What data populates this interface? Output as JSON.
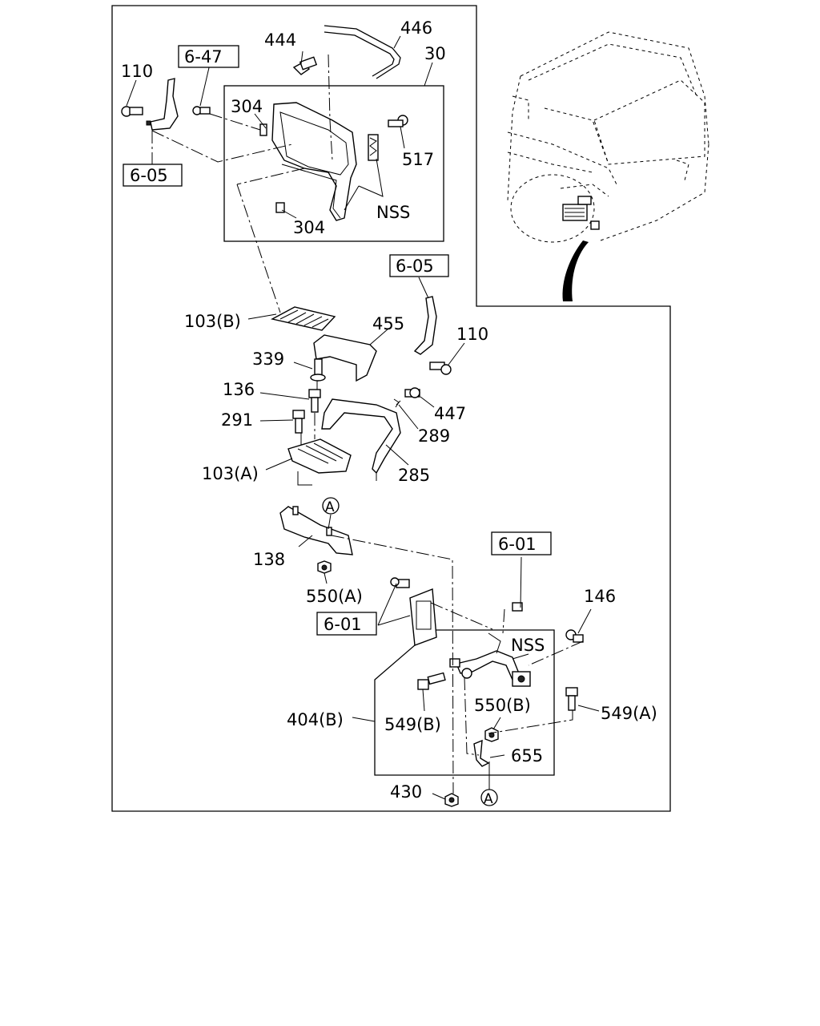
{
  "labels": {
    "p444": "444",
    "p446": "446",
    "p30": "30",
    "p110a": "110",
    "ref647": "6-47",
    "p304a": "304",
    "p517": "517",
    "ref605a": "6-05",
    "nss1": "NSS",
    "p304b": "304",
    "ref605b": "6-05",
    "p103b": "103(B)",
    "p455": "455",
    "p110b": "110",
    "p339": "339",
    "p136": "136",
    "p447": "447",
    "p291": "291",
    "p289": "289",
    "p103a": "103(A)",
    "p285": "285",
    "circA1": "A",
    "ref601a": "6-01",
    "p138": "138",
    "p146": "146",
    "p550a": "550(A)",
    "ref601b": "6-01",
    "nss2": "NSS",
    "p550b": "550(B)",
    "p549a": "549(A)",
    "p404b": "404(B)",
    "p549b": "549(B)",
    "p655": "655",
    "p430": "430",
    "circA2": "A"
  },
  "icons": [
    "bolt",
    "clip",
    "nut",
    "washer",
    "truck-cab"
  ]
}
